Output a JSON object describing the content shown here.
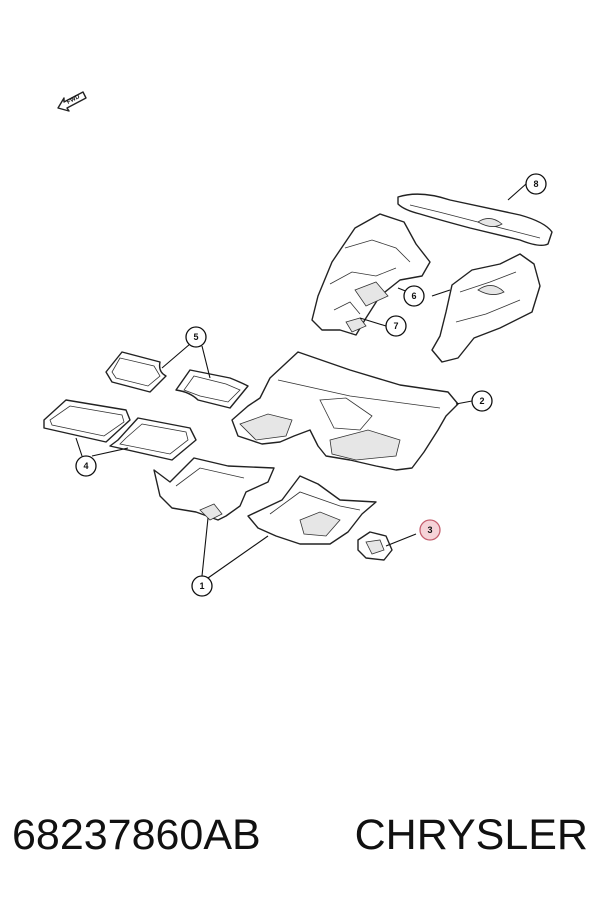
{
  "direction": {
    "label": "FWD"
  },
  "callouts": [
    {
      "number": "1",
      "highlighted": false
    },
    {
      "number": "2",
      "highlighted": false
    },
    {
      "number": "3",
      "highlighted": true
    },
    {
      "number": "4",
      "highlighted": false
    },
    {
      "number": "5",
      "highlighted": false
    },
    {
      "number": "6",
      "highlighted": false
    },
    {
      "number": "7",
      "highlighted": false
    },
    {
      "number": "8",
      "highlighted": false
    }
  ],
  "footer": {
    "part_number": "68237860AB",
    "brand": "CHRYSLER"
  },
  "colors": {
    "line": "#222222",
    "highlight_fill": "#f6d3d8",
    "highlight_stroke": "#c4606f"
  }
}
